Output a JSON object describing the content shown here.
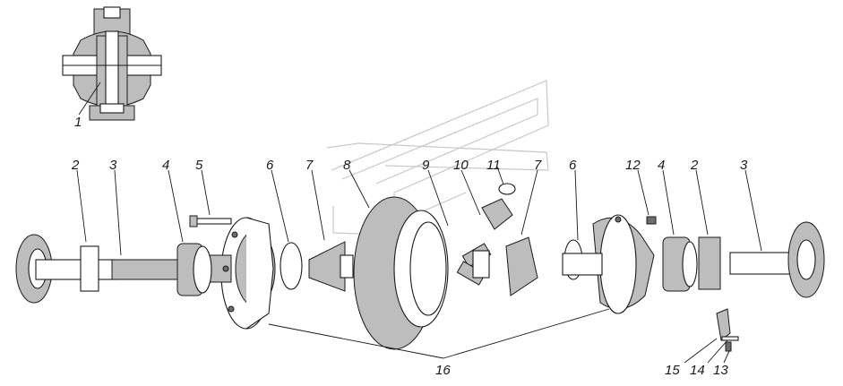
{
  "callouts": [
    "1",
    "2",
    "3",
    "4",
    "5",
    "6",
    "7",
    "8",
    "9",
    "10",
    "11",
    "7",
    "6",
    "12",
    "4",
    "2",
    "3",
    "16",
    "15",
    "14",
    "13"
  ],
  "colors": {
    "ink": "#1a1a1a",
    "shade": "#bdbdbd",
    "watermark": "#c8c8c8"
  }
}
